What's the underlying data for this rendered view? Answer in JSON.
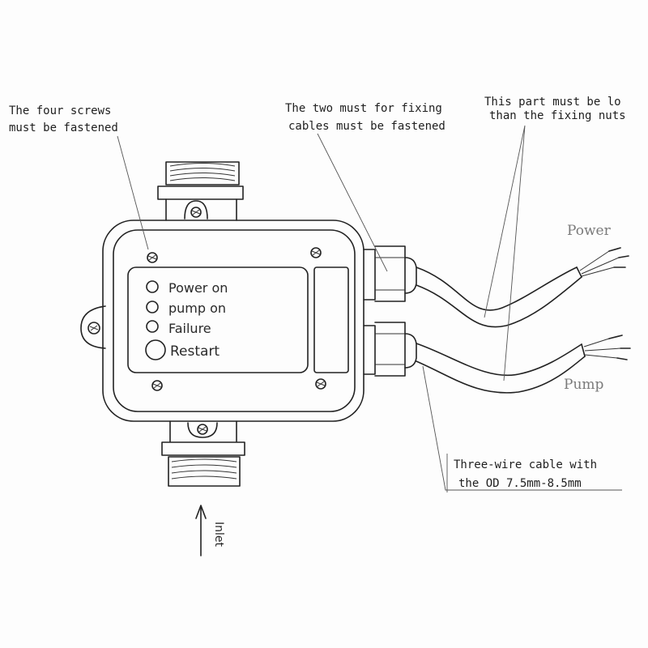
{
  "annotations": {
    "screws_line1": "The four screws",
    "screws_line2": "must be fastened",
    "fixing_line1": "The two must for fixing",
    "fixing_line2": "cables must be fastened",
    "part_line1": "This part must be lo",
    "part_line2": "than the fixing nuts",
    "cable_line1": "Three-wire cable with",
    "cable_line2": "the OD 7.5mm-8.5mm"
  },
  "cables": {
    "power": "Power",
    "pump": "Pump"
  },
  "panel": {
    "power_on": "Power on",
    "pump_on": "pump on",
    "failure": "Failure",
    "restart": "Restart"
  },
  "inlet": "Inlet"
}
